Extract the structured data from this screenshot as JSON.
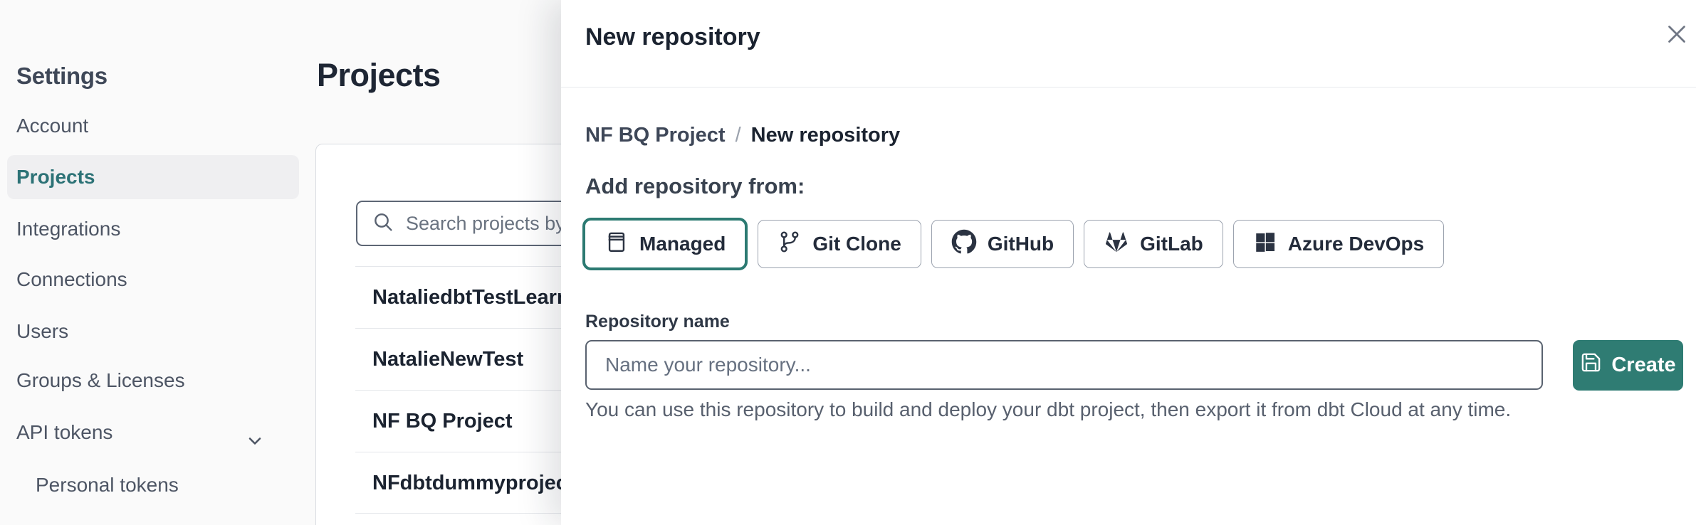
{
  "colors": {
    "accent_teal": "#2f7c73",
    "selected_border_teal": "#2c7a72",
    "sidebar_active_teal": "#2c7276",
    "dark_text": "#1b2330",
    "page_background": "#fafafa"
  },
  "sidebar": {
    "title": "Settings",
    "items": [
      {
        "label": "Account",
        "selected": false
      },
      {
        "label": "Projects",
        "selected": true
      },
      {
        "label": "Integrations",
        "selected": false
      },
      {
        "label": "Connections",
        "selected": false
      },
      {
        "label": "Users",
        "selected": false
      },
      {
        "label": "Groups & Licenses",
        "selected": false
      },
      {
        "label": "API tokens",
        "selected": false,
        "icon": "chevron-down-icon"
      },
      {
        "label": "Personal tokens",
        "selected": false,
        "indented": true
      }
    ]
  },
  "main": {
    "title": "Projects",
    "search": {
      "icon": "search-icon",
      "placeholder": "Search projects by name",
      "value": ""
    },
    "projects": [
      {
        "name": "NataliedbtTestLearn T"
      },
      {
        "name": "NatalieNewTest"
      },
      {
        "name": "NF BQ Project"
      },
      {
        "name": "NFdbtdummyproject"
      }
    ]
  },
  "modal": {
    "title": "New repository",
    "close_icon": "close-icon",
    "breadcrumb": {
      "parent": "NF BQ Project",
      "separator": "/",
      "current": "New repository"
    },
    "section_heading": "Add repository from:",
    "source_options": [
      {
        "label": "Managed",
        "icon": "managed-repo-icon",
        "selected": true
      },
      {
        "label": "Git Clone",
        "icon": "git-branch-icon",
        "selected": false
      },
      {
        "label": "GitHub",
        "icon": "github-icon",
        "selected": false
      },
      {
        "label": "GitLab",
        "icon": "gitlab-icon",
        "selected": false
      },
      {
        "label": "Azure DevOps",
        "icon": "azure-devops-icon",
        "selected": false
      }
    ],
    "form": {
      "label": "Repository name",
      "input_value": "",
      "input_placeholder": "Name your repository...",
      "create_button": {
        "label": "Create",
        "icon": "save-icon"
      },
      "helper_text": "You can use this repository to build and deploy your dbt project, then export it from dbt Cloud at any time."
    }
  }
}
